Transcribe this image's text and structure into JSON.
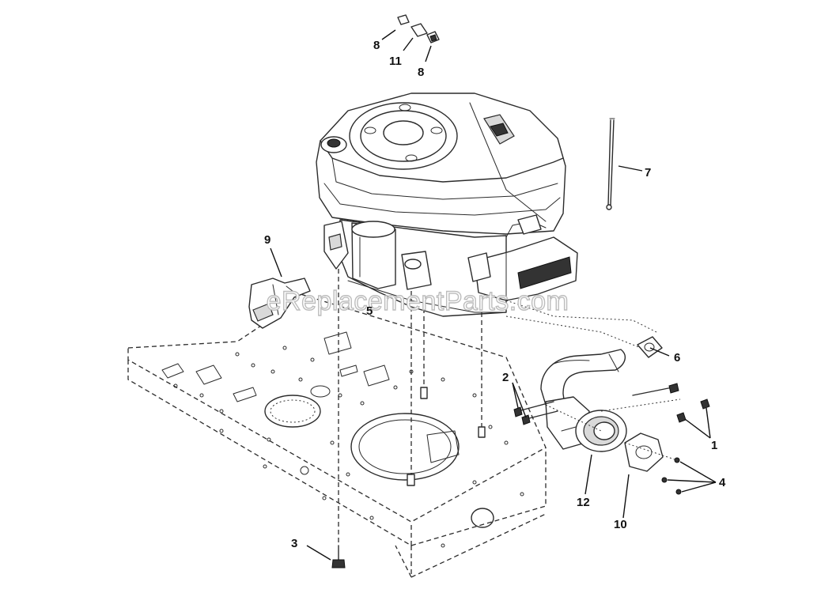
{
  "watermark": "eReplacementParts.com",
  "callouts": [
    {
      "id": "c8a",
      "text": "8"
    },
    {
      "id": "c11",
      "text": "11"
    },
    {
      "id": "c8b",
      "text": "8"
    },
    {
      "id": "c7",
      "text": "7"
    },
    {
      "id": "c9",
      "text": "9"
    },
    {
      "id": "c5",
      "text": "5"
    },
    {
      "id": "c6",
      "text": "6"
    },
    {
      "id": "c2",
      "text": "2"
    },
    {
      "id": "c1",
      "text": "1"
    },
    {
      "id": "c4",
      "text": "4"
    },
    {
      "id": "c12",
      "text": "12"
    },
    {
      "id": "c10",
      "text": "10"
    },
    {
      "id": "c3",
      "text": "3"
    }
  ]
}
